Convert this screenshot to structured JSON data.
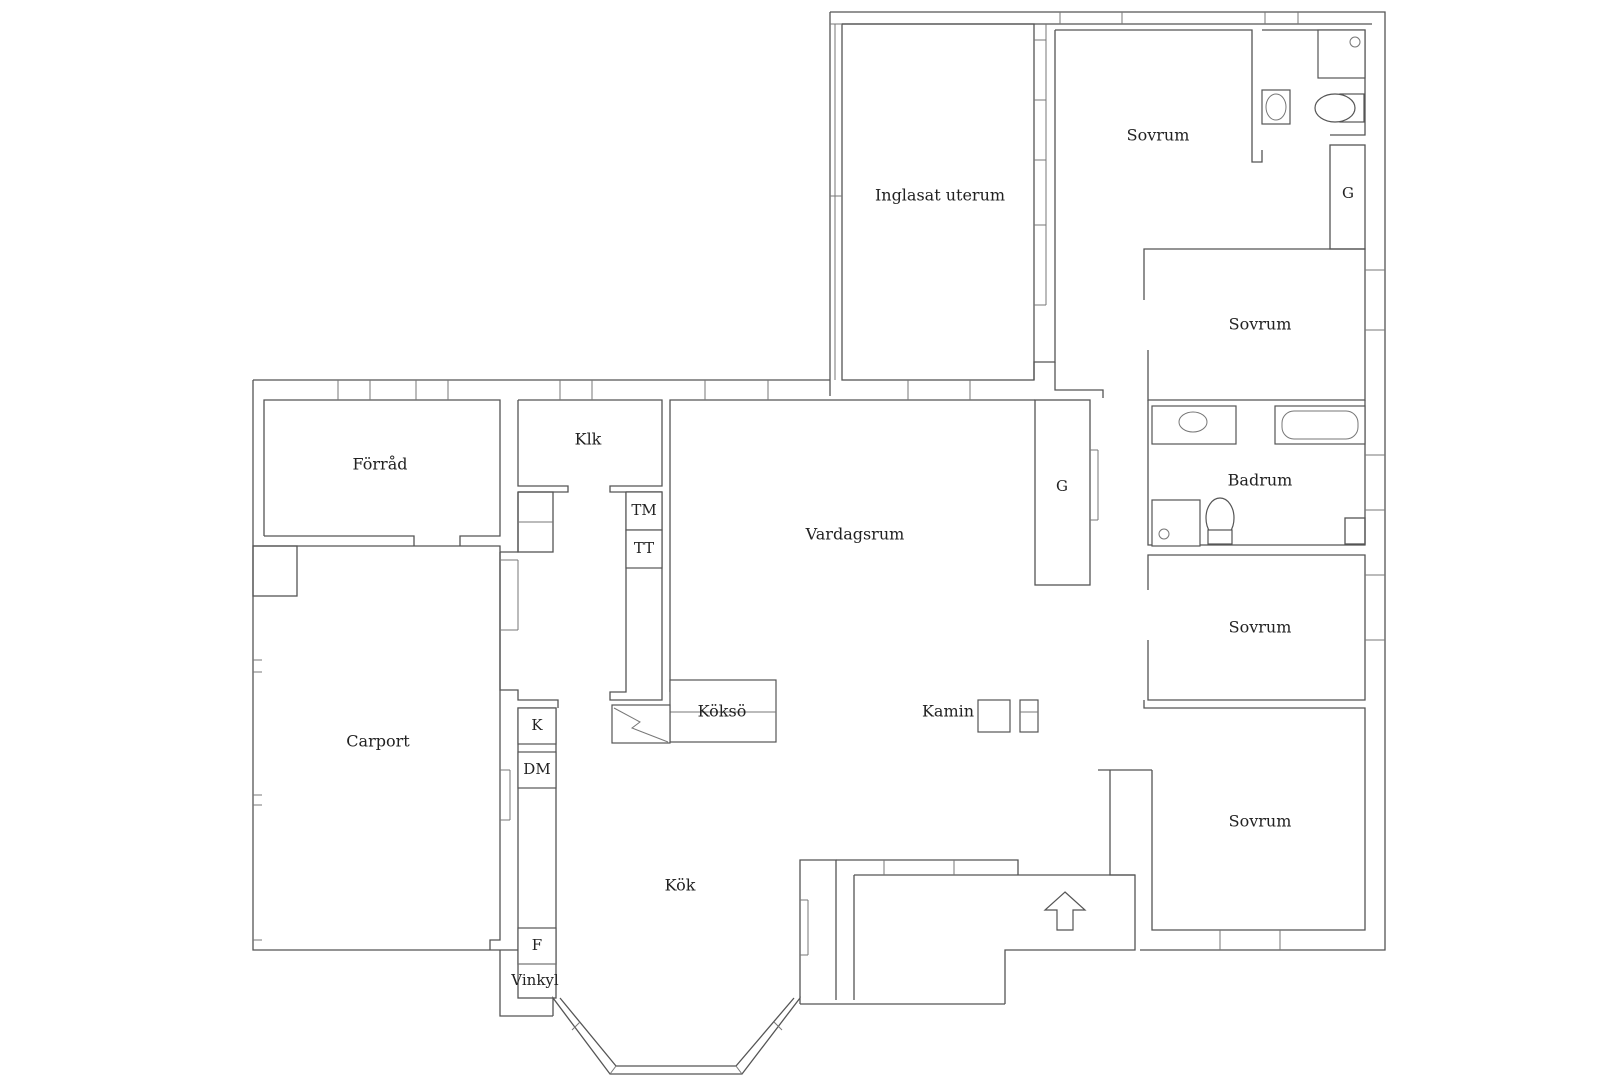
{
  "rooms": {
    "inglasat_uterum": "Inglasat uterum",
    "sovrum_1": "Sovrum",
    "sovrum_2": "Sovrum",
    "sovrum_3": "Sovrum",
    "sovrum_4": "Sovrum",
    "garderob_1": "G",
    "garderob_2": "G",
    "badrum": "Badrum",
    "forrad": "Förråd",
    "klk": "Klk",
    "vardagsrum": "Vardagsrum",
    "carport": "Carport",
    "koksö": "Köksö",
    "kamin": "Kamin",
    "kok": "Kök"
  },
  "appliances": {
    "tm": "TM",
    "tt": "TT",
    "k": "K",
    "dm": "DM",
    "f": "F",
    "vinkyl": "Vinkyl"
  },
  "colors": {
    "wall": "#555555",
    "background": "#ffffff"
  }
}
